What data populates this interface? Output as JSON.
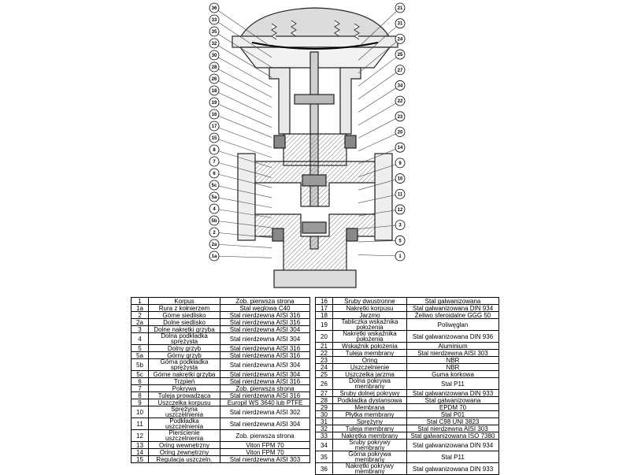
{
  "drawing": {
    "left_callouts": [
      "36",
      "33",
      "35",
      "32",
      "30",
      "28",
      "26",
      "18",
      "19",
      "16",
      "17",
      "15",
      "8",
      "7",
      "6",
      "5c",
      "5a",
      "4",
      "5b",
      "2",
      "2a",
      "1a"
    ],
    "right_callouts": [
      "21",
      "31",
      "24",
      "25",
      "27",
      "34",
      "22",
      "23",
      "20",
      "14",
      "9",
      "10",
      "11",
      "12",
      "3",
      "5",
      "1"
    ]
  },
  "tables": {
    "left": [
      {
        "no": "1",
        "name": "Korpus",
        "material": "Zob. pierwsza strona"
      },
      {
        "no": "1a",
        "name": "Rura z kołnierzem",
        "material": "Stal węglowa C40"
      },
      {
        "no": "2",
        "name": "Górne siedlisko",
        "material": "Stal nierdzewna AISI 316"
      },
      {
        "no": "2a",
        "name": "Dolne siedlisko",
        "material": "Stal nierdzewna AISI 316"
      },
      {
        "no": "3",
        "name": "Dolne nakrętki grzyba",
        "material": "Stal nierdzewna AISI 304"
      },
      {
        "no": "4",
        "name": "Dolna podkładka\nsprężysta",
        "material": "Stal nierdzewna AISI 304"
      },
      {
        "no": "5",
        "name": "Dolny grzyb",
        "material": "Stal nierdzewna AISI 316"
      },
      {
        "no": "5a",
        "name": "Górny grzyb",
        "material": "Stal nierdzewna AISI 316"
      },
      {
        "no": "5b",
        "name": "Górna podkładka\nsprężysta",
        "material": "Stal nierdzewna AISI 304"
      },
      {
        "no": "5c",
        "name": "Górne nakrętki grzyba",
        "material": "Stal nierdzewna AISI 304"
      },
      {
        "no": "6",
        "name": "Trzpień",
        "material": "Stal nierdzewna AISI 316"
      },
      {
        "no": "7",
        "name": "Pokrywa",
        "material": "Zob. pierwsza strona"
      },
      {
        "no": "8",
        "name": "Tuleja prowadząca",
        "material": "Stal nierdzewna AISI 316"
      },
      {
        "no": "9",
        "name": "Uszczelka korpusu",
        "material": "Europil WS 3640 lub PTFE"
      },
      {
        "no": "10",
        "name": "Sprężyna\nuszczelnienia",
        "material": "Stal nierdzewna AISI 302"
      },
      {
        "no": "11",
        "name": "Podkładka\nuszczelnienia",
        "material": "Stal nierdzewna AISI 304"
      },
      {
        "no": "12",
        "name": "Pierścienie\nuszczelnienia",
        "material": "Zob. pierwsza strona"
      },
      {
        "no": "13",
        "name": "Oring wewnętrzny",
        "material": "Viton FPM 70"
      },
      {
        "no": "14",
        "name": "Oring zewnętrzny",
        "material": "Viton FPM 70"
      },
      {
        "no": "15",
        "name": "Regulacja uszczeln.",
        "material": "Stal nierdzewna AISI 303"
      }
    ],
    "right": [
      {
        "no": "16",
        "name": "Śruby dwustronne",
        "material": "Stal galwanizowana"
      },
      {
        "no": "17",
        "name": "Nakrętki korpusu",
        "material": "Stal galwanizowana DIN 934"
      },
      {
        "no": "18",
        "name": "Jarzmo",
        "material": "Żeliwo sferoidalne GGG 50"
      },
      {
        "no": "19",
        "name": "Tabliczka wskaźnika\npołożenia",
        "material": "Poliwęglan"
      },
      {
        "no": "20",
        "name": "Nakrętki wskaźnika\npołożenia",
        "material": "Stal galwanizowana DIN 936"
      },
      {
        "no": "21",
        "name": "Wskaźnik położenia",
        "material": "Aluminium"
      },
      {
        "no": "22",
        "name": "Tuleja membrany",
        "material": "Stal nierdzewna AISI 303"
      },
      {
        "no": "23",
        "name": "Oring",
        "material": "NBR"
      },
      {
        "no": "24",
        "name": "Uszczelnienie",
        "material": "NBR"
      },
      {
        "no": "25",
        "name": "Uszczelka jarzma",
        "material": "Guma korkowa"
      },
      {
        "no": "26",
        "name": "Dolna pokrywa membrany",
        "material": "Stal P11"
      },
      {
        "no": "27",
        "name": "Śruby dolnej pokrywy",
        "material": "Stal galwanizowana DIN 933"
      },
      {
        "no": "28",
        "name": "Podkładka dystansowa",
        "material": "Stal galwanizowana"
      },
      {
        "no": "29",
        "name": "Membrana",
        "material": "EPDM 70"
      },
      {
        "no": "30",
        "name": "Płytka membrany",
        "material": "Stal P01"
      },
      {
        "no": "31",
        "name": "Sprężyny",
        "material": "Stal C98 UNI 3823"
      },
      {
        "no": "32",
        "name": "Tuleja membrany",
        "material": "Stal nierdzewna AISI 303"
      },
      {
        "no": "33",
        "name": "Nakrętka membrany",
        "material": "Stal galwanizowana ISO 7380"
      },
      {
        "no": "34",
        "name": "Śruby pokrywy membrany",
        "material": "Stal galwanizowana DIN 934"
      },
      {
        "no": "35",
        "name": "Górna pokrywa membrany",
        "material": "Stal P11"
      },
      {
        "no": "36",
        "name": "Nakrętki pokrywy\nmembrany",
        "material": "Stal galwanizowana DIN 933"
      }
    ]
  }
}
